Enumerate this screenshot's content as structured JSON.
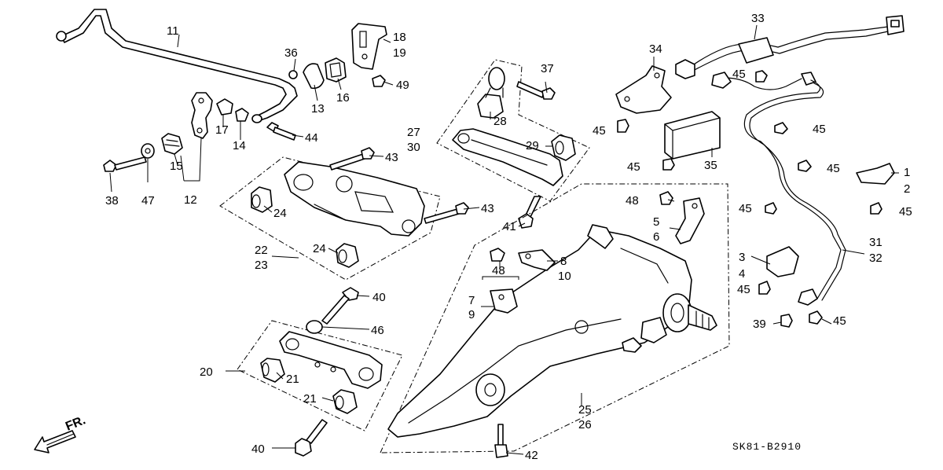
{
  "diagram_code": "SK81-B2910",
  "direction_label": "FR.",
  "callouts": [
    {
      "id": "c1",
      "text": "1"
    },
    {
      "id": "c2",
      "text": "2"
    },
    {
      "id": "c3",
      "text": "3"
    },
    {
      "id": "c4",
      "text": "4"
    },
    {
      "id": "c5",
      "text": "5"
    },
    {
      "id": "c6",
      "text": "6"
    },
    {
      "id": "c7",
      "text": "7"
    },
    {
      "id": "c8",
      "text": "8"
    },
    {
      "id": "c9",
      "text": "9"
    },
    {
      "id": "c10",
      "text": "10"
    },
    {
      "id": "c11",
      "text": "11"
    },
    {
      "id": "c12",
      "text": "12"
    },
    {
      "id": "c13",
      "text": "13"
    },
    {
      "id": "c14",
      "text": "14"
    },
    {
      "id": "c15",
      "text": "15"
    },
    {
      "id": "c16",
      "text": "16"
    },
    {
      "id": "c17",
      "text": "17"
    },
    {
      "id": "c18",
      "text": "18"
    },
    {
      "id": "c19",
      "text": "19"
    },
    {
      "id": "c20",
      "text": "20"
    },
    {
      "id": "c21a",
      "text": "21"
    },
    {
      "id": "c21b",
      "text": "21"
    },
    {
      "id": "c22",
      "text": "22"
    },
    {
      "id": "c23",
      "text": "23"
    },
    {
      "id": "c24a",
      "text": "24"
    },
    {
      "id": "c24b",
      "text": "24"
    },
    {
      "id": "c25",
      "text": "25"
    },
    {
      "id": "c26",
      "text": "26"
    },
    {
      "id": "c27",
      "text": "27"
    },
    {
      "id": "c28",
      "text": "28"
    },
    {
      "id": "c29",
      "text": "29"
    },
    {
      "id": "c30",
      "text": "30"
    },
    {
      "id": "c31",
      "text": "31"
    },
    {
      "id": "c32",
      "text": "32"
    },
    {
      "id": "c33",
      "text": "33"
    },
    {
      "id": "c34",
      "text": "34"
    },
    {
      "id": "c35",
      "text": "35"
    },
    {
      "id": "c36",
      "text": "36"
    },
    {
      "id": "c37",
      "text": "37"
    },
    {
      "id": "c38",
      "text": "38"
    },
    {
      "id": "c39",
      "text": "39"
    },
    {
      "id": "c40a",
      "text": "40"
    },
    {
      "id": "c40b",
      "text": "40"
    },
    {
      "id": "c41",
      "text": "41"
    },
    {
      "id": "c42",
      "text": "42"
    },
    {
      "id": "c43a",
      "text": "43"
    },
    {
      "id": "c43b",
      "text": "43"
    },
    {
      "id": "c44",
      "text": "44"
    },
    {
      "id": "c45a",
      "text": "45"
    },
    {
      "id": "c45b",
      "text": "45"
    },
    {
      "id": "c45c",
      "text": "45"
    },
    {
      "id": "c45d",
      "text": "45"
    },
    {
      "id": "c45e",
      "text": "45"
    },
    {
      "id": "c45f",
      "text": "45"
    },
    {
      "id": "c45g",
      "text": "45"
    },
    {
      "id": "c45h",
      "text": "45"
    },
    {
      "id": "c45i",
      "text": "45"
    },
    {
      "id": "c46",
      "text": "46"
    },
    {
      "id": "c47",
      "text": "47"
    },
    {
      "id": "c48a",
      "text": "48"
    },
    {
      "id": "c48b",
      "text": "48"
    },
    {
      "id": "c49",
      "text": "49"
    }
  ]
}
